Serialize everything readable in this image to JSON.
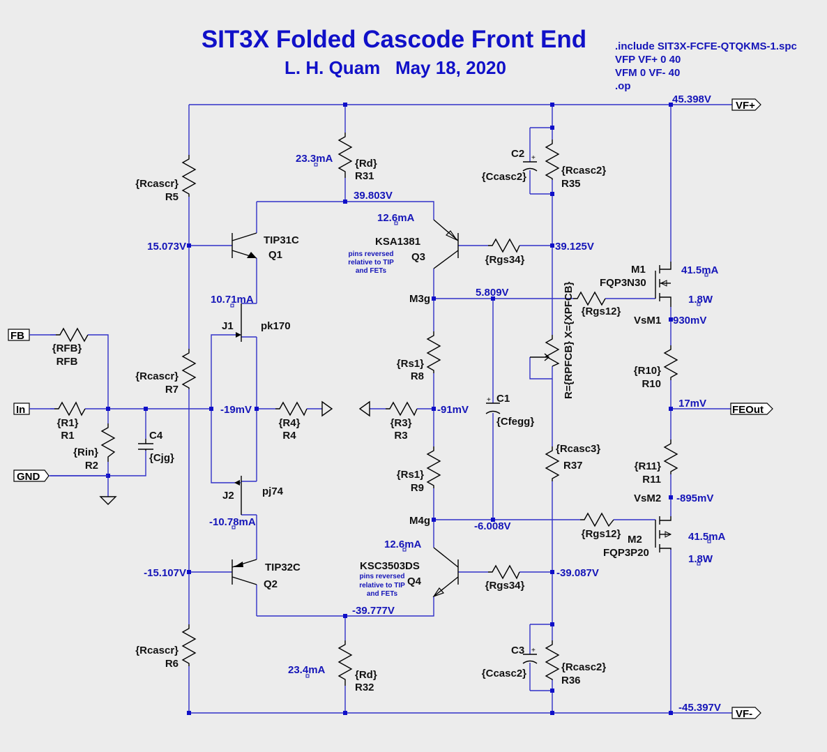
{
  "title": "SIT3X Folded Cascode Front End",
  "subtitle": "L. H. Quam   May 18, 2020",
  "directives": [
    ".include SIT3X-FCFE-QTQKMS-1.spc",
    "VFP VF+ 0 40",
    "VFM 0 VF- 40",
    ".op"
  ],
  "ports": {
    "vfp": "VF+",
    "vfm": "VF-",
    "fb": "FB",
    "in": "In",
    "gnd": "GND",
    "feout": "FEOut"
  },
  "resistors": {
    "r5": {
      "name": "R5",
      "value": "{Rcascr}"
    },
    "r7": {
      "name": "R7",
      "value": "{Rcascr}"
    },
    "r6": {
      "name": "R6",
      "value": "{Rcascr}"
    },
    "r31": {
      "name": "R31",
      "value": "{Rd}"
    },
    "r32": {
      "name": "R32",
      "value": "{Rd}"
    },
    "r35": {
      "name": "R35",
      "value": "{Rcasc2}"
    },
    "r36": {
      "name": "R36",
      "value": "{Rcasc2}"
    },
    "r37": {
      "name": "R37",
      "value": "{Rcasc3}"
    },
    "r8": {
      "name": "R8",
      "value": "{Rs1}"
    },
    "r9": {
      "name": "R9",
      "value": "{Rs1}"
    },
    "r10": {
      "name": "R10",
      "value": "{R10}"
    },
    "r11": {
      "name": "R11",
      "value": "{R11}"
    },
    "rfb": {
      "name": "RFB",
      "value": "{RFB}"
    },
    "r1": {
      "name": "R1",
      "value": "{R1}"
    },
    "r2": {
      "name": "R2",
      "value": "{Rin}"
    },
    "r3": {
      "name": "R3",
      "value": "{R3}"
    },
    "r4": {
      "name": "R4",
      "value": "{R4}"
    },
    "rgs34a": {
      "value": "{Rgs34}"
    },
    "rgs34b": {
      "value": "{Rgs34}"
    },
    "rgs12a": {
      "value": "{Rgs12}"
    },
    "rgs12b": {
      "value": "{Rgs12}"
    },
    "pot": {
      "value": "R={RPFCB} X={XPFCB}"
    }
  },
  "capacitors": {
    "c1": {
      "name": "C1",
      "value": "{Cfegg}"
    },
    "c2": {
      "name": "C2",
      "value": "{Ccasc2}"
    },
    "c3": {
      "name": "C3",
      "value": "{Ccasc2}"
    },
    "c4": {
      "name": "C4",
      "value": "{Cjg}"
    }
  },
  "transistors": {
    "q1": {
      "name": "Q1",
      "model": "TIP31C"
    },
    "q2": {
      "name": "Q2",
      "model": "TIP32C"
    },
    "q3": {
      "name": "Q3",
      "model": "KSA1381",
      "note": [
        "pins reversed",
        "relative to TIP",
        "and FETs"
      ]
    },
    "q4": {
      "name": "Q4",
      "model": "KSC3503DS",
      "note": [
        "pins reversed",
        "relative to TIP",
        "and FETs"
      ]
    },
    "j1": {
      "name": "J1",
      "model": "pk170"
    },
    "j2": {
      "name": "J2",
      "model": "pj74"
    },
    "m1": {
      "name": "M1",
      "model": "FQP3N30",
      "current": "41.5mA",
      "power": "1.8W"
    },
    "m2": {
      "name": "M2",
      "model": "FQP3P20",
      "current": "41.5mA",
      "power": "1.8W"
    }
  },
  "nets": {
    "m3g": "M3g",
    "m4g": "M4g",
    "vsm1": "VsM1",
    "vsm2": "VsM2"
  },
  "readouts": {
    "vtop": "45.398V",
    "vbot": "-45.397V",
    "v_rd_top": "39.803V",
    "v_rd_bot": "-39.777V",
    "v_q1b": "15.073V",
    "v_q2b": "-15.107V",
    "v_q3b": "39.125V",
    "v_q4b": "-39.087V",
    "v_m3g": "5.809V",
    "v_m4g": "-6.008V",
    "v_vsm1": "930mV",
    "v_vsm2": "-895mV",
    "v_out": "17mV",
    "v_in": "-19mV",
    "v_r3": "-91mV",
    "i_r31": "23.3mA",
    "i_r32": "23.4mA",
    "i_q3": "12.6mA",
    "i_q4": "12.6mA",
    "i_j1": "10.71mA",
    "i_j2": "-10.78mA"
  },
  "colors": {
    "wire": "#3030c8",
    "text_blue": "#1515b8",
    "title": "#1010c8",
    "background": "#ececec"
  }
}
